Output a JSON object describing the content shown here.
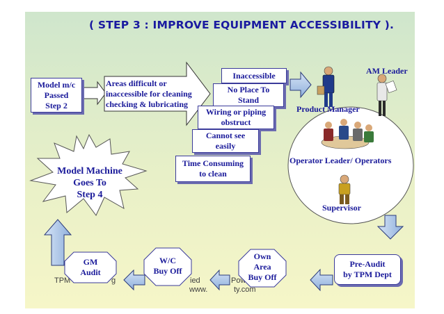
{
  "title": "( STEP 3 : IMPROVE EQUIPMENT ACCESSIBILITY ).",
  "boxes": {
    "model_passed": [
      "Model m/c",
      "Passed",
      "Step 2"
    ],
    "areas_difficult": [
      "Areas difficult or",
      "inaccessible for cleaning",
      "checking & lubricating"
    ],
    "inaccessible": "Inaccessible",
    "no_place": [
      "No Place To",
      "Stand"
    ],
    "wiring": [
      "Wiring or  piping",
      "obstruct"
    ],
    "cannot_see": [
      "Cannot see",
      "easily"
    ],
    "time_consuming": [
      "Time Consuming",
      "to clean"
    ]
  },
  "roles": {
    "am_leader": "AM Leader",
    "product_manager": "Product Manager",
    "operator_leader": "Operator Leader/ Operators",
    "supervisor": "Supervisor"
  },
  "starburst": [
    "Model Machine",
    "Goes To",
    "Step 4"
  ],
  "flow": {
    "pre_audit": [
      "Pre-Audit",
      "by TPM Dept"
    ],
    "own_area": [
      "Own",
      "Area",
      "Buy Off"
    ],
    "wc": [
      "W/C",
      "Buy Off"
    ],
    "gm": [
      "GM",
      "Audit"
    ]
  },
  "watermark": {
    "left": "TPM E",
    "left_tail": "g",
    "middle": "ied",
    "middle_tail": "Pow",
    "url_left": "www.",
    "url_right": "ty.com"
  },
  "colors": {
    "accent": "#1a1a9a",
    "arrow_fill": "#a8c4e6",
    "oval_fill": "#ffffff"
  }
}
